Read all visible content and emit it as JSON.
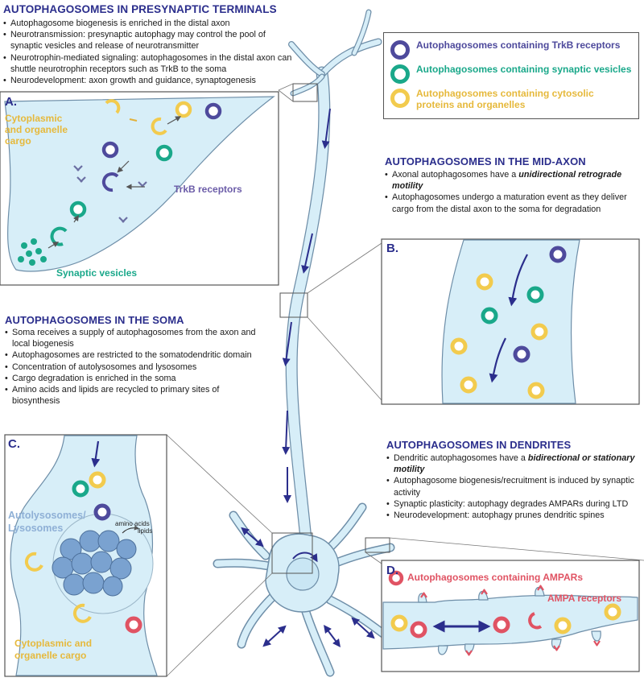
{
  "colors": {
    "navy": "#2b2e8c",
    "trkb_purple": "#4e4a9c",
    "teal": "#1aa88a",
    "yellow": "#f2cb4e",
    "yellow_text": "#e6b93c",
    "ampa_red": "#e05363",
    "cell_fill": "#d7eef8",
    "lyso_blue": "#7aa2d0",
    "soma_label": "#8fb0d6"
  },
  "presynaptic": {
    "heading": "AUTOPHAGOSOMES IN PRESYNAPTIC TERMINALS",
    "bullets": [
      "Autophagosome biogenesis is enriched in the distal axon",
      "Neurotransmission: presynaptic autophagy may control the pool of synaptic vesicles and release of neurotransmitter",
      "Neurotrophin-mediated signaling: autophagosomes in the distal axon can shuttle neurotrophin receptors such as TrkB to the soma",
      "Neurodevelopment: axon growth and guidance, synaptogenesis"
    ]
  },
  "legend": {
    "items": [
      {
        "label": "Autophagosomes containing TrkB receptors",
        "color": "#4e4a9c"
      },
      {
        "label": "Autophagosomes containing synaptic vesicles",
        "color": "#1aa88a"
      },
      {
        "label": "Autophagosomes containing cytosolic proteins and organelles",
        "color": "#e6b93c"
      }
    ]
  },
  "panel_a": {
    "letter": "A.",
    "cargo_label": "Cytoplasmic and organelle cargo",
    "trkb_label": "TrkB receptors",
    "vesicles_label": "Synaptic vesicles"
  },
  "midaxon": {
    "heading": "AUTOPHAGOSOMES IN THE MID-AXON",
    "bullet1_prefix": "Axonal autophagosomes have a ",
    "bullet1_em": "unidirectional retrograde motility",
    "bullet2": "Autophagosomes undergo a maturation event as they deliver cargo from the distal axon to the soma for degradation"
  },
  "panel_b": {
    "letter": "B."
  },
  "soma": {
    "heading": "AUTOPHAGOSOMES IN THE SOMA",
    "bullets": [
      "Soma receives a supply of autophagosomes from the axon and local biogenesis",
      "Autophagosomes are restricted to the somatodendritic domain",
      "Concentration of autolysosomes and lysosomes",
      "Cargo degradation is enriched in the soma",
      "Amino acids and lipids are recycled to primary sites of biosynthesis"
    ]
  },
  "panel_c": {
    "letter": "C.",
    "lyso_label_1": "Autolysosomes/",
    "lyso_label_2": "Lysosomes",
    "aa_label": "amino acids",
    "lipids_label": "lipids",
    "cargo_label": "Cytoplasmic and organelle cargo"
  },
  "dendrites": {
    "heading": "AUTOPHAGOSOMES IN DENDRITES",
    "bullet1_prefix": "Dendritic autophagosomes have a ",
    "bullet1_em": "bidirectional or stationary motility",
    "bullets": [
      "Autophagosome biogenesis/recruitment is induced by synaptic activity",
      "Synaptic plasticity: autophagy degrades AMPARs during LTD",
      "Neurodevelopment: autophagy prunes dendritic spines"
    ]
  },
  "panel_d": {
    "letter": "D.",
    "ampar_auto_label": "Autophagosomes containing AMPARs",
    "ampa_label": "AMPA receptors"
  }
}
